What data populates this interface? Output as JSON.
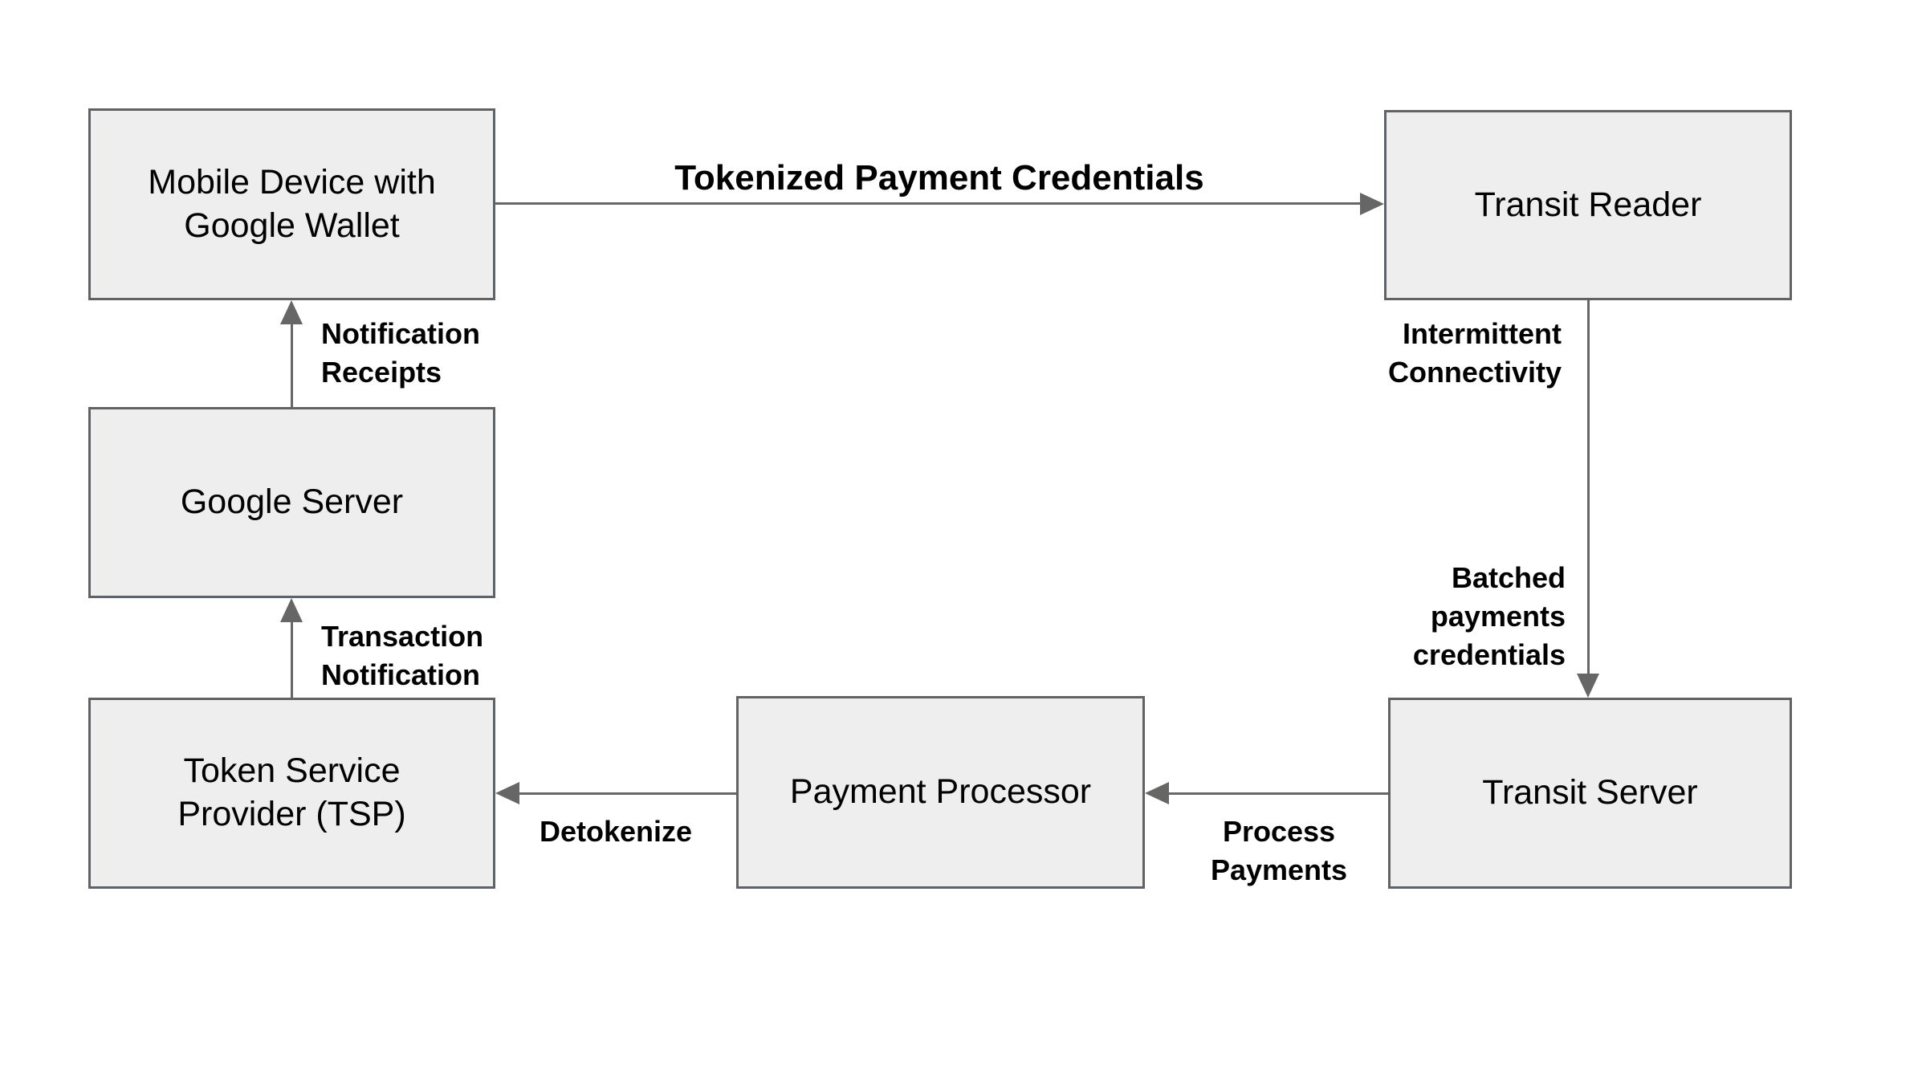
{
  "diagram": {
    "nodes": {
      "mobile_device": {
        "label": "Mobile Device with\nGoogle Wallet"
      },
      "transit_reader": {
        "label": "Transit Reader"
      },
      "google_server": {
        "label": "Google Server"
      },
      "tsp": {
        "label": "Token Service\nProvider (TSP)"
      },
      "payment_processor": {
        "label": "Payment Processor"
      },
      "transit_server": {
        "label": "Transit Server"
      }
    },
    "edges": {
      "tokenized": {
        "label": "Tokenized Payment Credentials"
      },
      "notification_receipts": {
        "label": "Notification\nReceipts"
      },
      "transaction_notification": {
        "label": "Transaction\nNotification"
      },
      "intermittent_connectivity": {
        "label": "Intermittent\nConnectivity"
      },
      "batched_payments": {
        "label": "Batched\npayments\ncredentials"
      },
      "process_payments": {
        "label": "Process\nPayments"
      },
      "detokenize": {
        "label": "Detokenize"
      }
    },
    "colors": {
      "node_fill": "#eeeeee",
      "node_border": "#5f6368",
      "arrow": "#666666",
      "text": "#000000",
      "background": "#ffffff"
    }
  }
}
